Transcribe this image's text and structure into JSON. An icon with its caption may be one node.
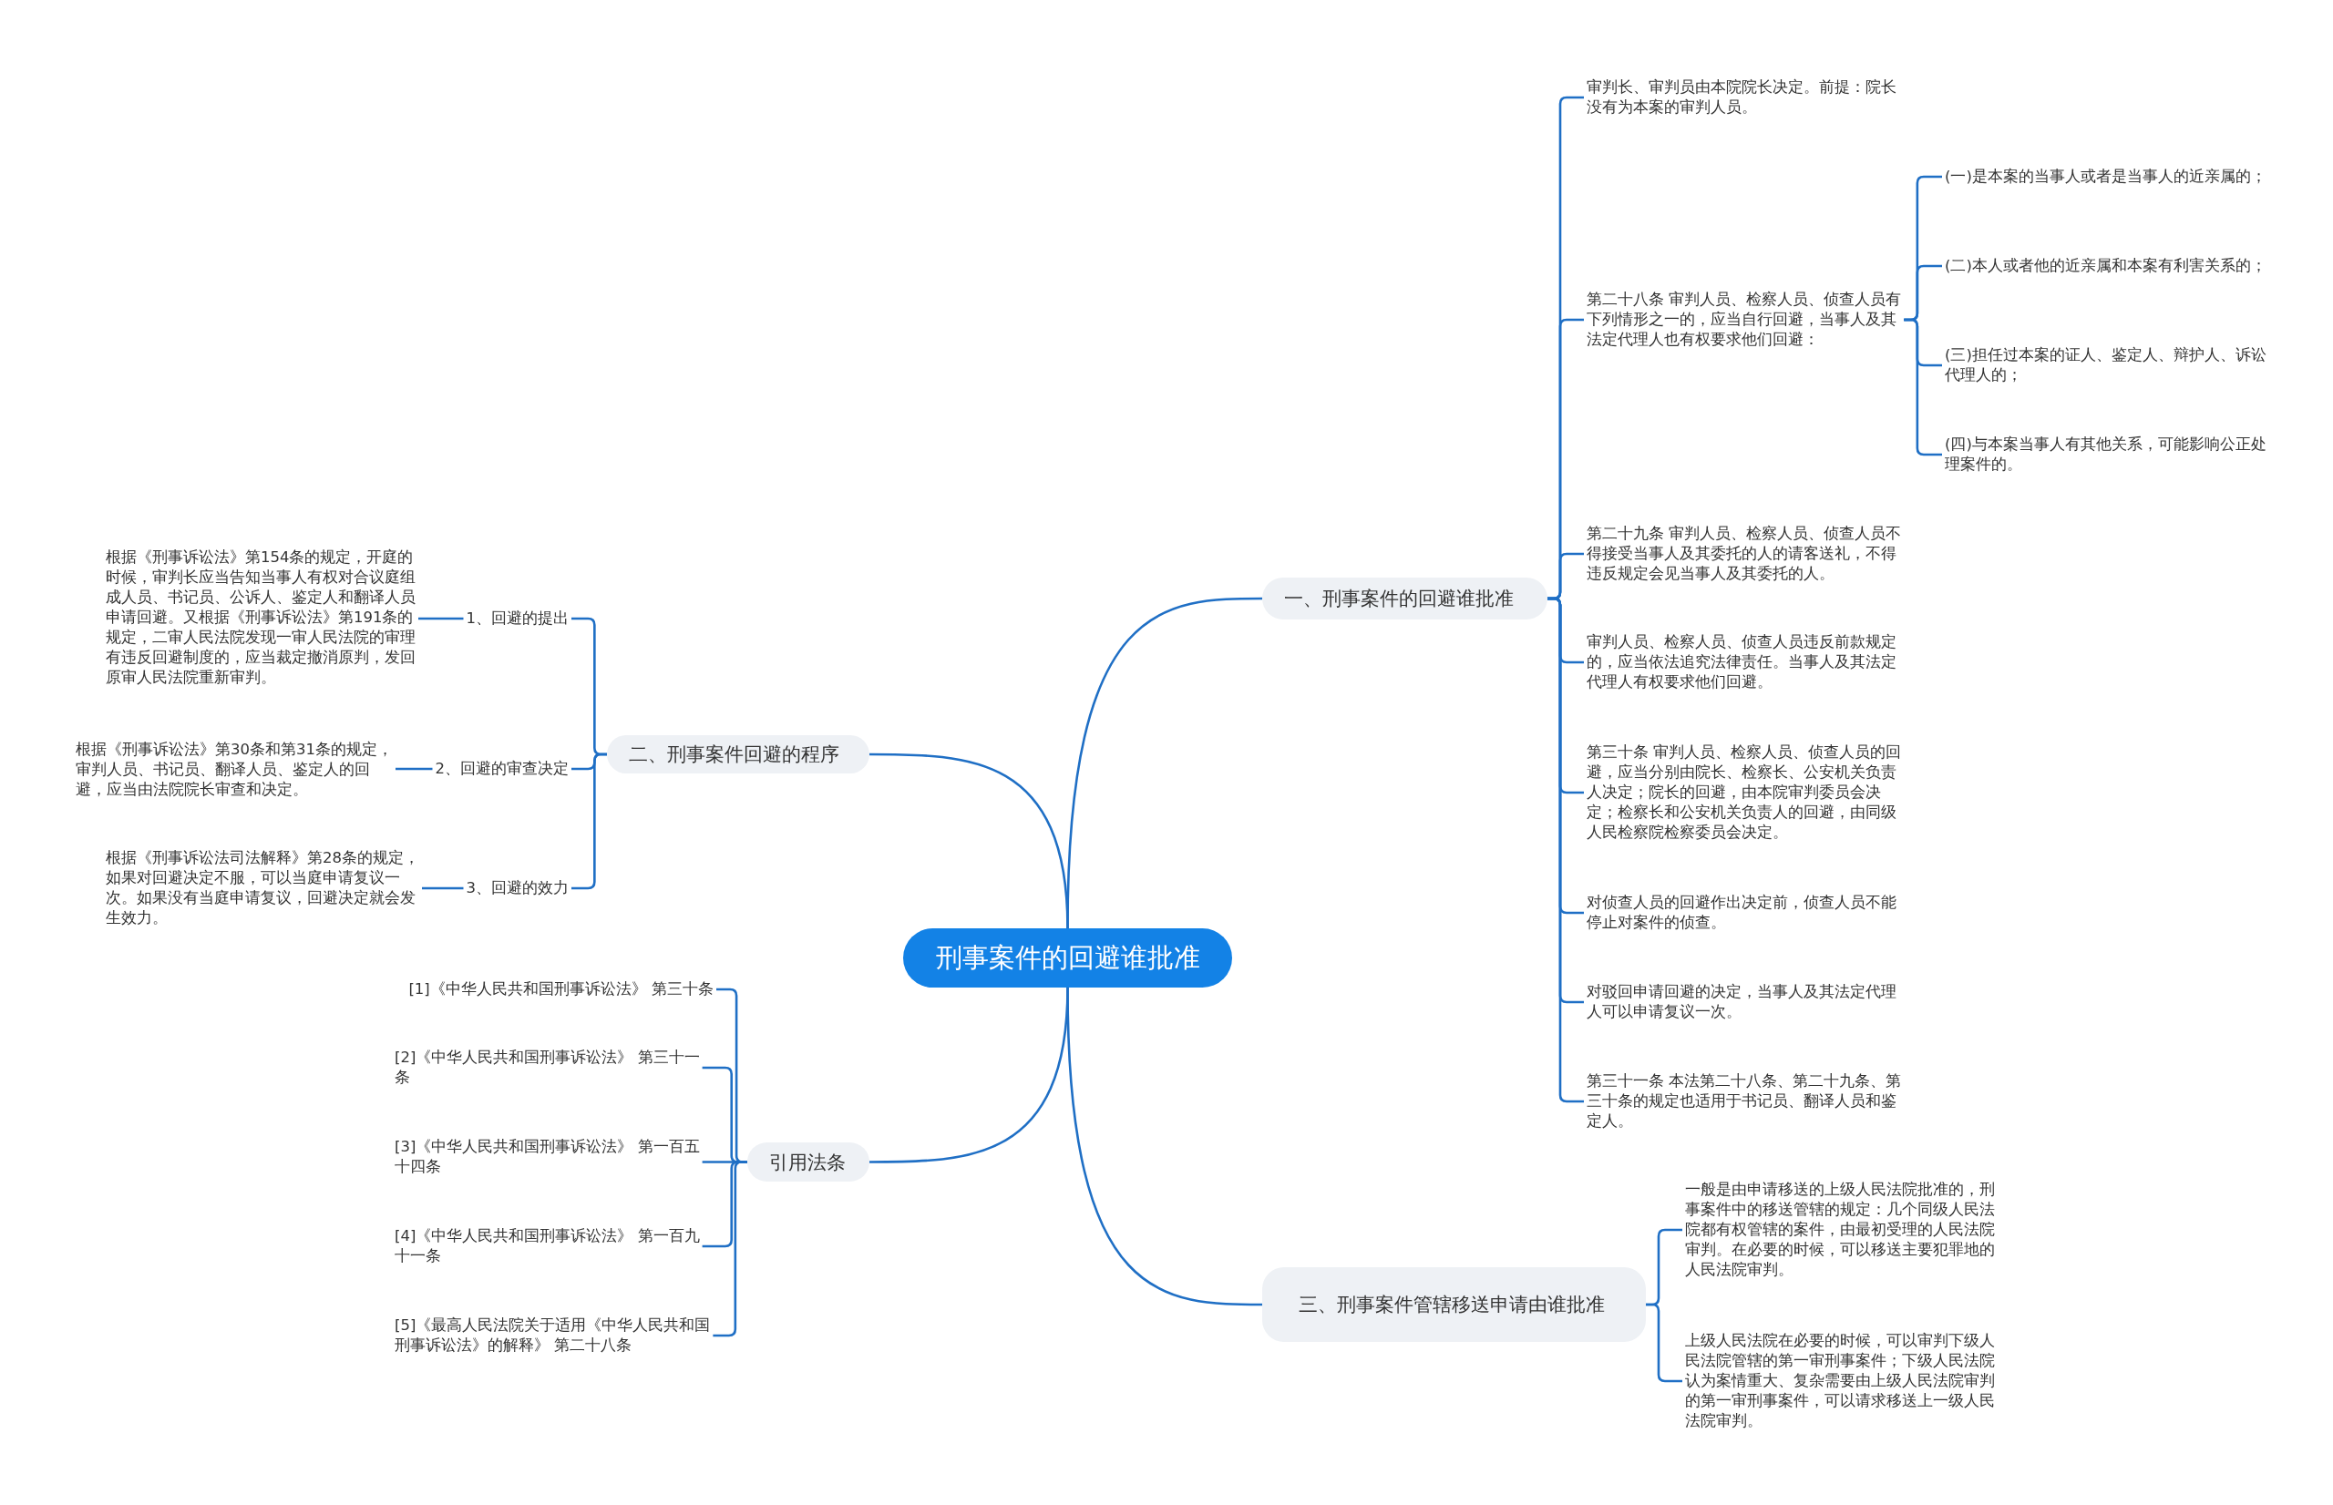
{
  "diagram": {
    "nodes": [
      {
        "text": [
          "刑事案件的回避谁批准"
        ]
      },
      {
        "text": [
          "一、刑事案件的回避谁批准"
        ]
      },
      {
        "text": [
          "审判长、审判员由本院院长决定。前提：院长没有为本案的审判人员。"
        ]
      },
      {
        "text": [
          "第二十八条 审判人员、检察人员、侦查人员有下列情形之一的，应当自行回避，当事人及其法定代理人也有权要求他们回避："
        ]
      },
      {
        "text": [
          "第二十九条 审判人员、检察人员、侦查人员不得接受当事人及其委托的人的请客送礼，不得违反规定会见当事人及其委托的人。"
        ]
      },
      {
        "text": [
          "审判人员、检察人员、侦查人员违反前款规定的，应当依法追究法律责任。当事人及其法定代理人有权要求他们回避。"
        ]
      },
      {
        "text": [
          "第三十条 审判人员、检察人员、侦查人员的回避，应当分别由院长、检察长、公安机关负责人决定；院长的回避，由本院审判委员会决定；检察长和公安机关负责人的回避，由同级人民检察院检察委员会决定。"
        ]
      },
      {
        "text": [
          "对侦查人员的回避作出决定前，侦查人员不能停止对案件的侦查。"
        ]
      },
      {
        "text": [
          "对驳回申请回避的决定，当事人及其法定代理人可以申请复议一次。"
        ]
      },
      {
        "text": [
          "第三十一条 本法第二十八条、第二十九条、第三十条的规定也适用于书记员、翻译人员和鉴定人。"
        ]
      },
      {
        "text": [
          "(一)是本案的当事人或者是当事人的近亲属的；"
        ]
      },
      {
        "text": [
          "(二)本人或者他的近亲属和本案有利害关系的；"
        ]
      },
      {
        "text": [
          "(三)担任过本案的证人、鉴定人、辩护人、诉讼代理人的；"
        ]
      },
      {
        "text": [
          "(四)与本案当事人有其他关系，可能影响公正处理案件的。"
        ]
      },
      {
        "text": [
          "二、刑事案件回避的程序"
        ]
      },
      {
        "text": [
          "1、回避的提出"
        ]
      },
      {
        "text": [
          "根据《刑事诉讼法》第154条的规定，开庭的时候，审判长应当告知当事人有权对合议庭组成人员、书记员、公诉人、鉴定人和翻译人员申请回避。又根据《刑事诉讼法》第191条的规定，二审人民法院发现一审人民法院的审理有违反回避制度的，应当裁定撤消原判，发回原审人民法院重新审判。"
        ]
      },
      {
        "text": [
          "2、回避的审查决定"
        ]
      },
      {
        "text": [
          "根据《刑事诉讼法》第30条和第31条的规定，审判人员、书记员、翻译人员、鉴定人的回避，应当由法院院长审查和决定。"
        ]
      },
      {
        "text": [
          "3、回避的效力"
        ]
      },
      {
        "text": [
          "根据《刑事诉讼法司法解释》第28条的规定，如果对回避决定不服，可以当庭申请复议一次。如果没有当庭申请复议，回避决定就会发生效力。"
        ]
      },
      {
        "text": [
          "引用法条"
        ]
      },
      {
        "text": [
          "[1]《中华人民共和国刑事诉讼法》 第三十条"
        ]
      },
      {
        "text": [
          "[2]《中华人民共和国刑事诉讼法》 第三十一条"
        ]
      },
      {
        "text": [
          "[3]《中华人民共和国刑事诉讼法》 第一百五十四条"
        ]
      },
      {
        "text": [
          "[4]《中华人民共和国刑事诉讼法》 第一百九十一条"
        ]
      },
      {
        "text": [
          "[5]《最高人民法院关于适用《中华人民共和国刑事诉讼法》的解释》 第二十八条"
        ]
      },
      {
        "text": [
          "三、刑事案件管辖移送申请由谁批准"
        ]
      },
      {
        "text": [
          "一般是由申请移送的上级人民法院批准的，刑事案件中的移送管辖的规定：几个同级人民法院都有权管辖的案件，由最初受理的人民法院审判。在必要的时候，可以移送主要犯罪地的人民法院审判。"
        ]
      },
      {
        "text": [
          "上级人民法院在必要的时候，可以审判下级人民法院管辖的第一审刑事案件；下级人民法院认为案情重大、复杂需要由上级人民法院审判的第一审刑事案件，可以请求移送上一级人民法院审判。"
        ]
      }
    ],
    "edges": [
      {
        "from": 0,
        "to": 1,
        "arrow": "none"
      },
      {
        "from": 1,
        "to": 2,
        "arrow": "none"
      },
      {
        "from": 1,
        "to": 3,
        "arrow": "none"
      },
      {
        "from": 1,
        "to": 4,
        "arrow": "none"
      },
      {
        "from": 1,
        "to": 5,
        "arrow": "none"
      },
      {
        "from": 1,
        "to": 6,
        "arrow": "none"
      },
      {
        "from": 1,
        "to": 7,
        "arrow": "none"
      },
      {
        "from": 1,
        "to": 8,
        "arrow": "none"
      },
      {
        "from": 1,
        "to": 9,
        "arrow": "none"
      },
      {
        "from": 3,
        "to": 10,
        "arrow": "none"
      },
      {
        "from": 3,
        "to": 11,
        "arrow": "none"
      },
      {
        "from": 3,
        "to": 12,
        "arrow": "none"
      },
      {
        "from": 3,
        "to": 13,
        "arrow": "none"
      },
      {
        "from": 0,
        "to": 14,
        "arrow": "none"
      },
      {
        "from": 14,
        "to": 15,
        "arrow": "none"
      },
      {
        "from": 15,
        "to": 16,
        "arrow": "none"
      },
      {
        "from": 14,
        "to": 17,
        "arrow": "none"
      },
      {
        "from": 17,
        "to": 18,
        "arrow": "none"
      },
      {
        "from": 14,
        "to": 19,
        "arrow": "none"
      },
      {
        "from": 19,
        "to": 20,
        "arrow": "none"
      },
      {
        "from": 0,
        "to": 21,
        "arrow": "none"
      },
      {
        "from": 21,
        "to": 22,
        "arrow": "none"
      },
      {
        "from": 21,
        "to": 23,
        "arrow": "none"
      },
      {
        "from": 21,
        "to": 24,
        "arrow": "none"
      },
      {
        "from": 21,
        "to": 25,
        "arrow": "none"
      },
      {
        "from": 21,
        "to": 26,
        "arrow": "none"
      },
      {
        "from": 0,
        "to": 27,
        "arrow": "none"
      },
      {
        "from": 27,
        "to": 28,
        "arrow": "none"
      },
      {
        "from": 27,
        "to": 29,
        "arrow": "none"
      }
    ]
  }
}
